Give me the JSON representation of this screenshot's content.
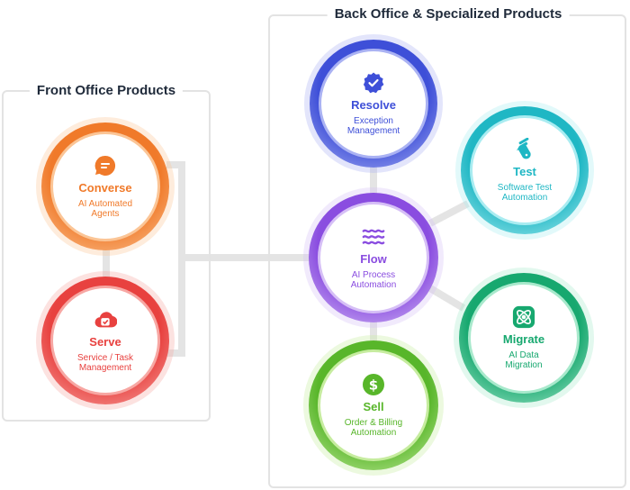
{
  "groups": {
    "front": {
      "title": "Front Office Products"
    },
    "back": {
      "title": "Back Office & Specialized Products"
    }
  },
  "nodes": {
    "converse": {
      "title": "Converse",
      "subtitle": "AI Automated\nAgents",
      "icon": "chat-bubble-icon",
      "color": "#f07a2a",
      "ring": "#fbc596"
    },
    "serve": {
      "title": "Serve",
      "subtitle": "Service / Task\nManagement",
      "icon": "cloud-check-icon",
      "color": "#e8413f",
      "ring": "#f7a7a3"
    },
    "resolve": {
      "title": "Resolve",
      "subtitle": "Exception\nManagement",
      "icon": "verified-badge-icon",
      "color": "#3e4fd8",
      "ring": "#aab2f3"
    },
    "test": {
      "title": "Test",
      "subtitle": "Software Test\nAutomation",
      "icon": "test-tube-icon",
      "color": "#1fb7c4",
      "ring": "#a9ecf1"
    },
    "flow": {
      "title": "Flow",
      "subtitle": "AI Process\nAutomation",
      "icon": "waves-icon",
      "color": "#8a4de0",
      "ring": "#d6bff6"
    },
    "migrate": {
      "title": "Migrate",
      "subtitle": "AI Data\nMigration",
      "icon": "atom-icon",
      "color": "#17a86f",
      "ring": "#a8e9cc"
    },
    "sell": {
      "title": "Sell",
      "subtitle": "Order & Billing\nAutomation",
      "icon": "dollar-icon",
      "color": "#58b62a",
      "ring": "#c6ec9f"
    }
  }
}
